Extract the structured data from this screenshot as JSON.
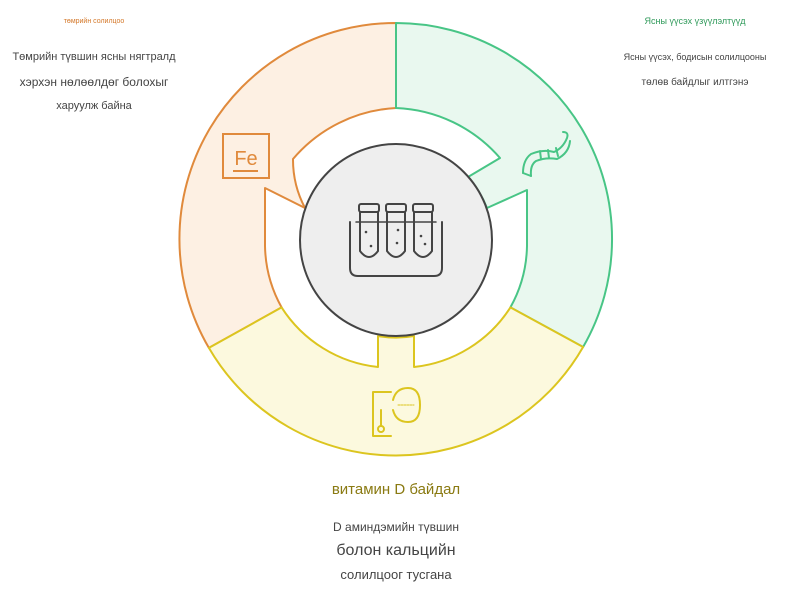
{
  "iron": {
    "title": "төмрийн солилцоо",
    "lines": [
      "Төмрийн түвшин ясны нягтралд",
      "хэрхэн нөлөөлдөг болохыг",
      "харуулж байна"
    ],
    "icon_text": "Fe",
    "stroke": "#e08a3c",
    "fill": "#fdf0e3"
  },
  "gut": {
    "title": "Ясны үүсэх үзүүлэлтүүд",
    "lines": [
      "Ясны үүсэх, бодисын солилцооны",
      "төлөв байдлыг илтгэнэ"
    ],
    "stroke": "#48c586",
    "fill": "#e9f8ef"
  },
  "vitamin": {
    "title": "витамин D байдал",
    "lines": [
      "D аминдэмийн түвшин",
      "болон кальцийн",
      "солилцоог тусгана"
    ],
    "stroke": "#dcc51f",
    "fill": "#fcf9de"
  },
  "center": {
    "stroke": "#444444",
    "fill": "#eeeeee",
    "icon": "test-tubes-icon"
  }
}
